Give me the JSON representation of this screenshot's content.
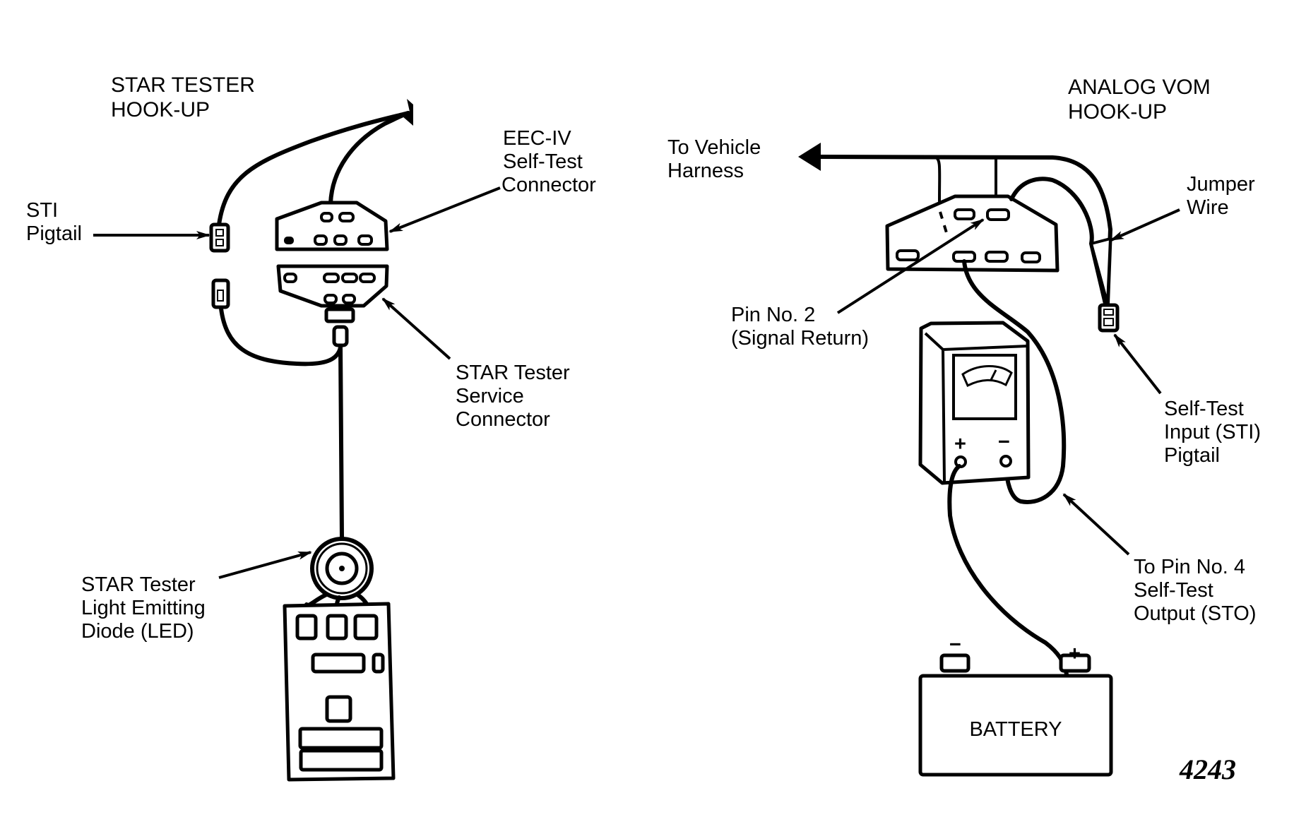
{
  "figure_number": "4243",
  "left_panel": {
    "title_lines": [
      "STAR TESTER",
      "HOOK-UP"
    ],
    "labels": {
      "sti_pigtail": [
        "STI",
        "Pigtail"
      ],
      "eec_connector": [
        "EEC-IV",
        "Self-Test",
        "Connector"
      ],
      "service_connector": [
        "STAR Tester",
        "Service",
        "Connector"
      ],
      "led": [
        "STAR Tester",
        "Light Emitting",
        "Diode (LED)"
      ]
    }
  },
  "right_panel": {
    "title_lines": [
      "ANALOG VOM",
      "HOOK-UP"
    ],
    "labels": {
      "vehicle_harness": [
        "To Vehicle",
        "Harness"
      ],
      "jumper_wire": [
        "Jumper",
        "Wire"
      ],
      "pin2": [
        "Pin No. 2",
        "(Signal Return)"
      ],
      "sti_input": [
        "Self-Test",
        "Input (STI)",
        "Pigtail"
      ],
      "pin4": [
        "To Pin No. 4",
        "Self-Test",
        "Output (STO)"
      ]
    },
    "meter": {
      "plus": "+",
      "minus": "−"
    },
    "battery": {
      "label": "BATTERY",
      "plus": "+",
      "minus": "−"
    }
  }
}
